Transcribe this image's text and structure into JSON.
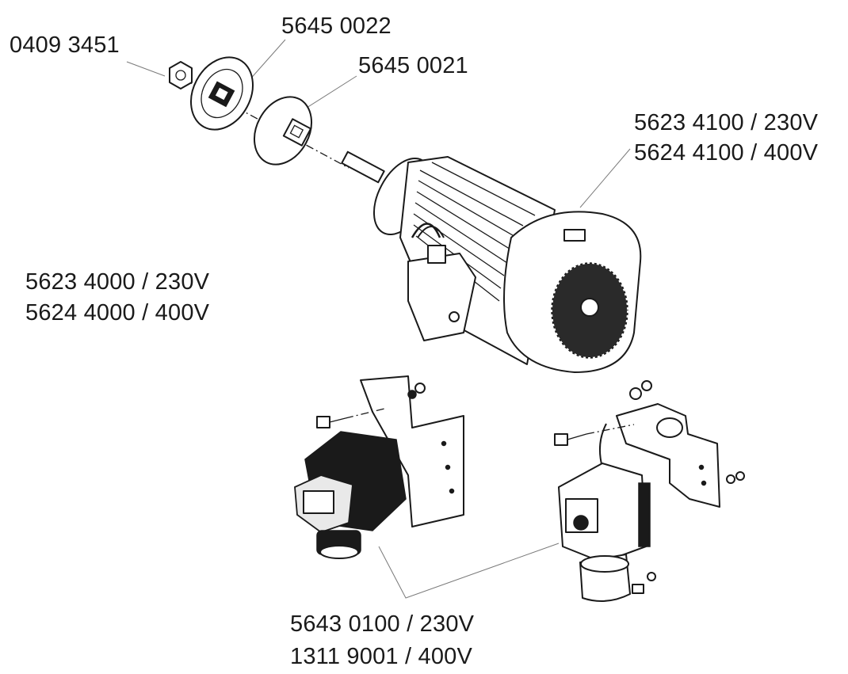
{
  "parts": {
    "nut": {
      "number": "0409 3451"
    },
    "outer_pulley_disc": {
      "number": "5645 0022"
    },
    "inner_pulley_disc": {
      "number": "5645 0021"
    },
    "motor_top": {
      "line1": "5623 4100 / 230V",
      "line2": "5624 4100 / 400V"
    },
    "motor_left": {
      "line1": "5623 4000 / 230V",
      "line2": "5624 4000 / 400V"
    },
    "pump": {
      "line1": "5643 0100 / 230V",
      "line2": "1311 9001 / 400V"
    }
  }
}
